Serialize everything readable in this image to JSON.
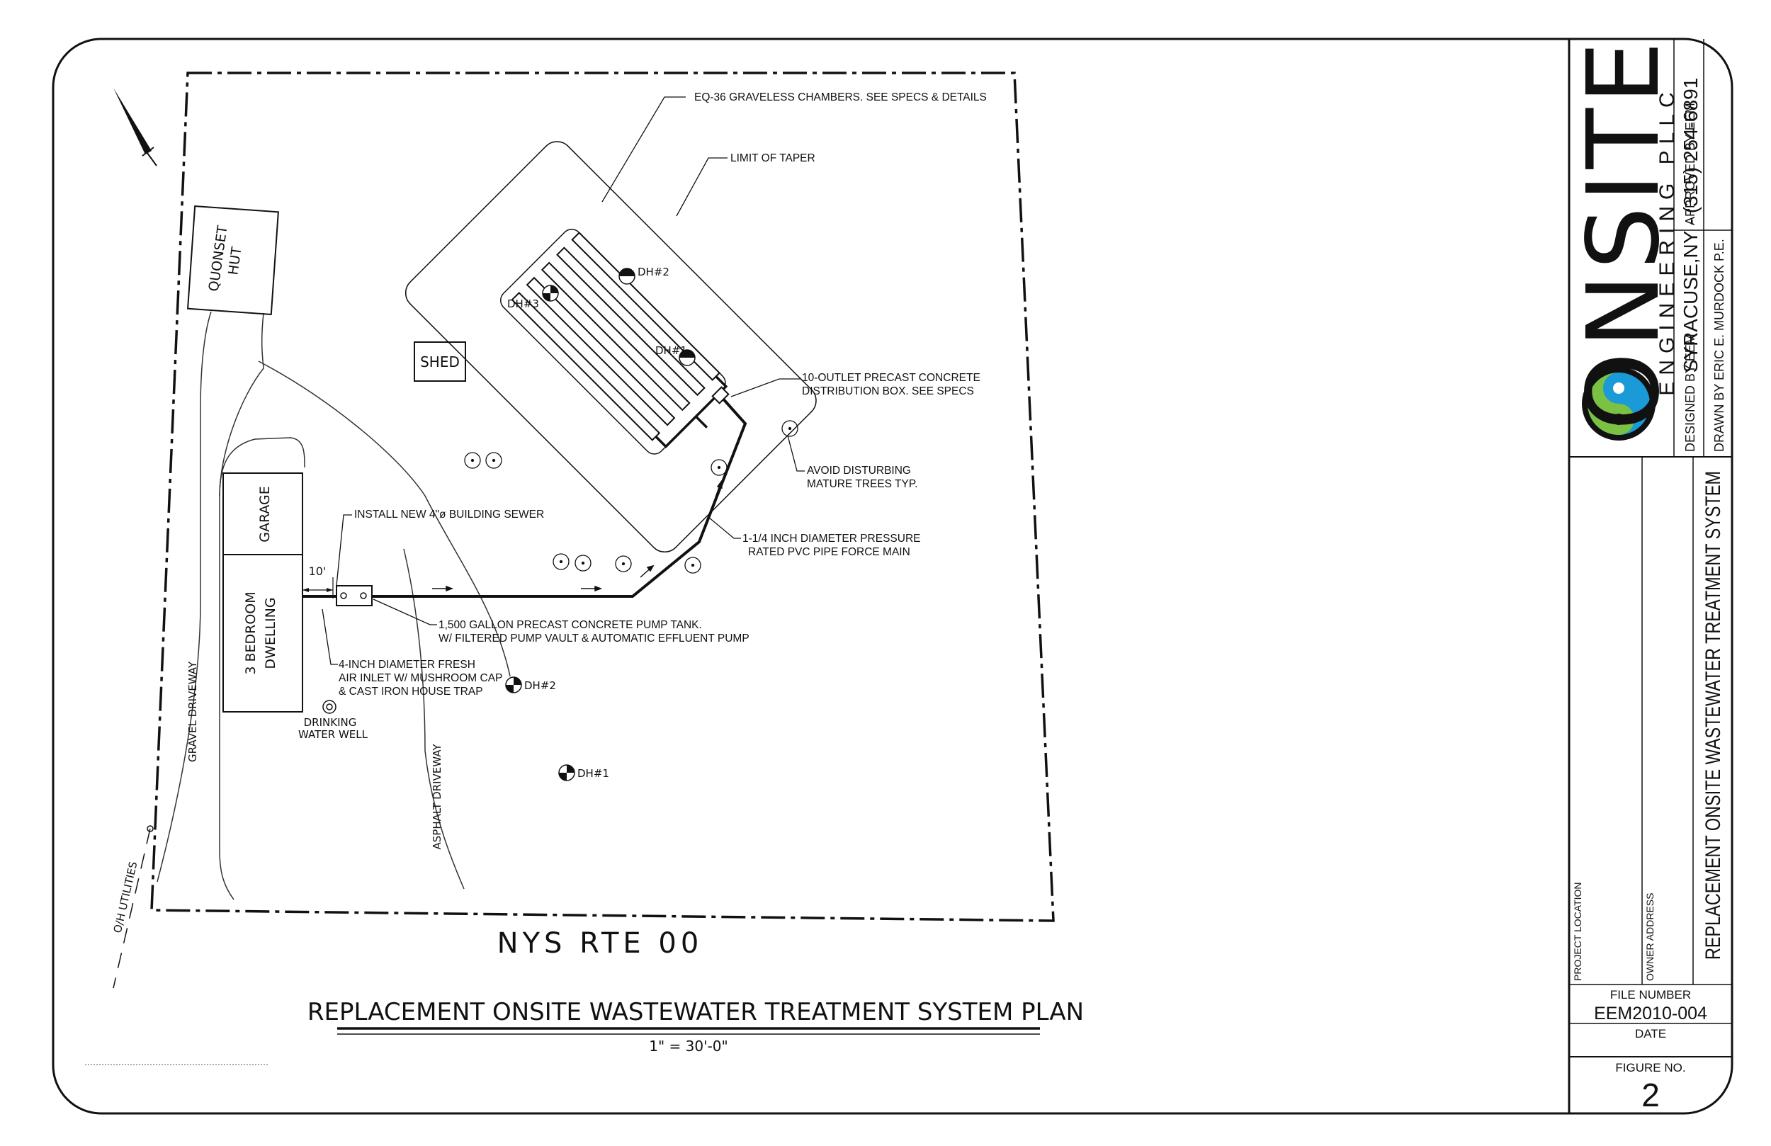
{
  "plan": {
    "title": "REPLACEMENT ONSITE WASTEWATER TREATMENT SYSTEM PLAN",
    "scale": "1\" = 30'-0\"",
    "road": "NYS RTE 00"
  },
  "labels": {
    "quonset_line1": "QUONSET",
    "quonset_line2": "HUT",
    "shed": "SHED",
    "garage": "GARAGE",
    "dwelling_line1": "3 BEDROOM",
    "dwelling_line2": "DWELLING",
    "gravel_driveway": "GRAVEL DRIVEWAY",
    "asphalt_driveway": "ASPHALT DRIVEWAY",
    "utilities": "O/H UTILITIES",
    "well_line1": "DRINKING",
    "well_line2": "WATER WELL",
    "dim_10": "10'",
    "dh1": "DH#1",
    "dh2": "DH#2",
    "dh3": "DH#3"
  },
  "callouts": {
    "chambers": "EQ-36 GRAVELESS CHAMBERS. SEE SPECS & DETAILS",
    "taper": "LIMIT OF TAPER",
    "dbox_line1": "10-OUTLET PRECAST CONCRETE",
    "dbox_line2": "DISTRIBUTION BOX. SEE SPECS",
    "trees_line1": "AVOID DISTURBING",
    "trees_line2": "MATURE TREES TYP.",
    "sewer": "INSTALL NEW 4\"ø BUILDING SEWER",
    "forcemain_line1": "1-1/4 INCH DIAMETER PRESSURE",
    "forcemain_line2": "RATED PVC PIPE FORCE MAIN",
    "pumptank_line1": "1,500 GALLON PRECAST CONCRETE PUMP TANK.",
    "pumptank_line2": "W/ FILTERED PUMP VAULT & AUTOMATIC EFFLUENT PUMP",
    "inlet_line1": "4-INCH DIAMETER FRESH",
    "inlet_line2": "AIR INLET W/ MUSHROOM CAP",
    "inlet_line3": "& CAST IRON HOUSE TRAP"
  },
  "title_block": {
    "company_logo": "ONSITE",
    "company_sub": "ENGINEERING PLLC",
    "company_contact": "SYRACUSE,NY - (315) 254-6891",
    "designed_by": "DESIGNED BY  EEM",
    "approved_by": "APPROVED BY  EEM",
    "drawn_by": "DRAWN BY   ERIC E. MURDOCK P.E.",
    "project_title": "REPLACEMENT ONSITE WASTEWATER TREATMENT SYSTEM",
    "project_location": "PROJECT LOCATION",
    "owner_address": "OWNER ADDRESS",
    "file_number_label": "FILE NUMBER",
    "file_number": "EEM2010-004",
    "date_label": "DATE",
    "figure_label": "FIGURE NO.",
    "figure_number": "2"
  },
  "colors": {
    "ink": "#111111",
    "logo_blue": "#1a9ad6",
    "logo_green": "#7bc143"
  }
}
